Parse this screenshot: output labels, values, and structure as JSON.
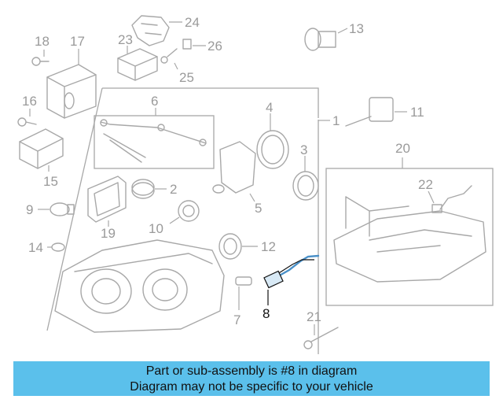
{
  "diagram": {
    "callouts": {
      "c1": "1",
      "c2": "2",
      "c3": "3",
      "c4": "4",
      "c5": "5",
      "c6": "6",
      "c7": "7",
      "c8": "8",
      "c9": "9",
      "c10": "10",
      "c11": "11",
      "c12": "12",
      "c13": "13",
      "c14": "14",
      "c15": "15",
      "c16": "16",
      "c17": "17",
      "c18": "18",
      "c19": "19",
      "c20": "20",
      "c21": "21",
      "c22": "22",
      "c23": "23",
      "c24": "24",
      "c25": "25",
      "c26": "26"
    },
    "highlighted_part": "8",
    "colors": {
      "line": "#a8a8a8",
      "highlight": "#4a90c8",
      "banner": "#5bc0eb"
    }
  },
  "banner": {
    "line1": "Part or sub-assembly is #8 in diagram",
    "line2": "Diagram may not be specific to your vehicle"
  }
}
